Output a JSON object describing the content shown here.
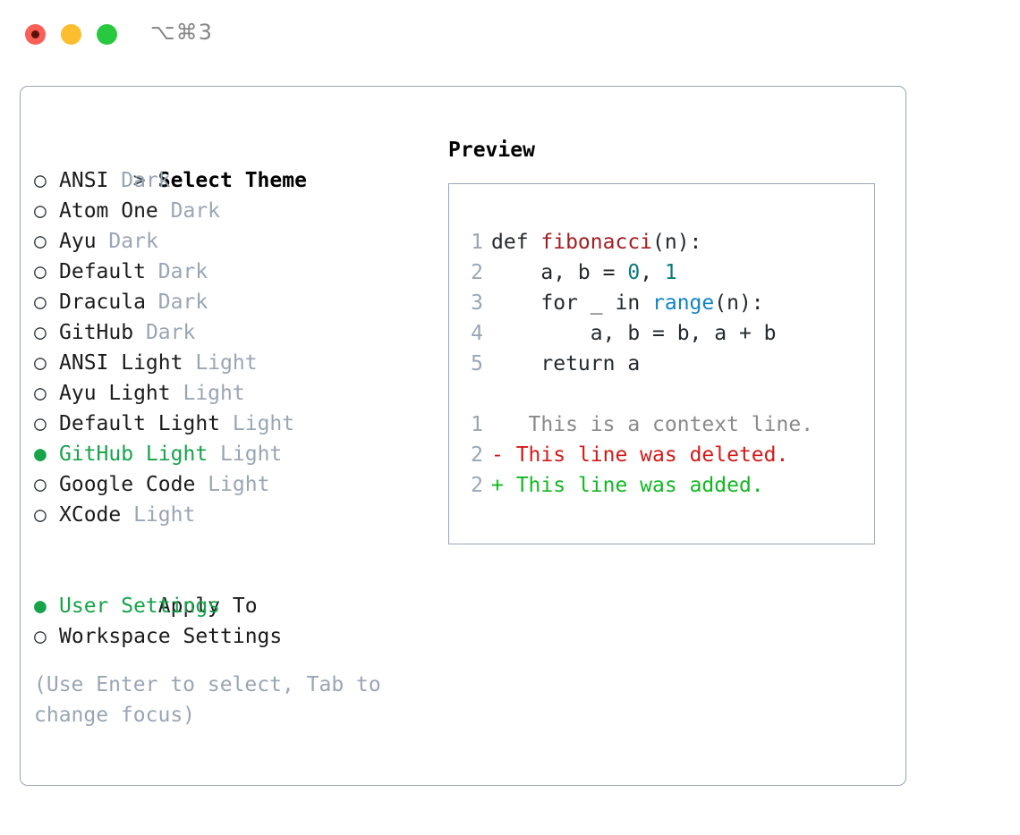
{
  "titlebar": {
    "shortcut": "⌥⌘3",
    "buttons": [
      {
        "name": "close",
        "color": "#fb5f57"
      },
      {
        "name": "minimize",
        "color": "#fcbd2e"
      },
      {
        "name": "zoom",
        "color": "#28c83f"
      }
    ]
  },
  "colors": {
    "accent_green": "#16a34a",
    "muted": "#9aa5b4",
    "border": "#9aa5b4",
    "text": "#1c1c1c",
    "syntax_function": "#a31d22",
    "syntax_number": "#0b7a79",
    "syntax_call": "#1184c4",
    "diff_context": "#8a8a8a",
    "diff_deleted": "#d11a1a",
    "diff_added": "#12b822"
  },
  "theme_list": {
    "heading_prefix": ">",
    "heading": "Select Theme",
    "bullet_selected": "●",
    "bullet_unselected": "○",
    "items": [
      {
        "bullet": "○",
        "label": "ANSI",
        "tag": "Dark",
        "selected": false
      },
      {
        "bullet": "○",
        "label": "Atom One",
        "tag": "Dark",
        "selected": false
      },
      {
        "bullet": "○",
        "label": "Ayu",
        "tag": "Dark",
        "selected": false
      },
      {
        "bullet": "○",
        "label": "Default",
        "tag": "Dark",
        "selected": false
      },
      {
        "bullet": "○",
        "label": "Dracula",
        "tag": "Dark",
        "selected": false
      },
      {
        "bullet": "○",
        "label": "GitHub",
        "tag": "Dark",
        "selected": false
      },
      {
        "bullet": "○",
        "label": "ANSI Light",
        "tag": "Light",
        "selected": false
      },
      {
        "bullet": "○",
        "label": "Ayu Light",
        "tag": "Light",
        "selected": false
      },
      {
        "bullet": "○",
        "label": "Default Light",
        "tag": "Light",
        "selected": false
      },
      {
        "bullet": "●",
        "label": "GitHub Light",
        "tag": "Light",
        "selected": true
      },
      {
        "bullet": "○",
        "label": "Google Code",
        "tag": "Light",
        "selected": false
      },
      {
        "bullet": "○",
        "label": "XCode",
        "tag": "Light",
        "selected": false
      }
    ]
  },
  "apply_to": {
    "heading": "Apply To",
    "items": [
      {
        "bullet": "●",
        "label": "User Settings",
        "selected": true
      },
      {
        "bullet": "○",
        "label": "Workspace Settings",
        "selected": false
      }
    ]
  },
  "hint": "(Use Enter to select, Tab to change focus)",
  "preview": {
    "title": "Preview",
    "code_lines": [
      {
        "num": "1",
        "segments": [
          {
            "text": "def ",
            "style": "plain"
          },
          {
            "text": "fibonacci",
            "style": "fn"
          },
          {
            "text": "(n):",
            "style": "plain"
          }
        ]
      },
      {
        "num": "2",
        "segments": [
          {
            "text": "    a, b = ",
            "style": "plain"
          },
          {
            "text": "0",
            "style": "num"
          },
          {
            "text": ", ",
            "style": "plain"
          },
          {
            "text": "1",
            "style": "num"
          }
        ]
      },
      {
        "num": "3",
        "segments": [
          {
            "text": "    for _ in ",
            "style": "plain"
          },
          {
            "text": "range",
            "style": "call"
          },
          {
            "text": "(n):",
            "style": "plain"
          }
        ]
      },
      {
        "num": "4",
        "segments": [
          {
            "text": "        a, b = b, a + b",
            "style": "plain"
          }
        ]
      },
      {
        "num": "5",
        "segments": [
          {
            "text": "    return a",
            "style": "plain"
          }
        ]
      }
    ],
    "diff_lines": [
      {
        "num": "1",
        "marker": " ",
        "text": "  This is a context line.",
        "style": "ctx"
      },
      {
        "num": "2",
        "marker": "-",
        "text": " This line was deleted.",
        "style": "del"
      },
      {
        "num": "2",
        "marker": "+",
        "text": " This line was added.",
        "style": "add"
      }
    ]
  }
}
